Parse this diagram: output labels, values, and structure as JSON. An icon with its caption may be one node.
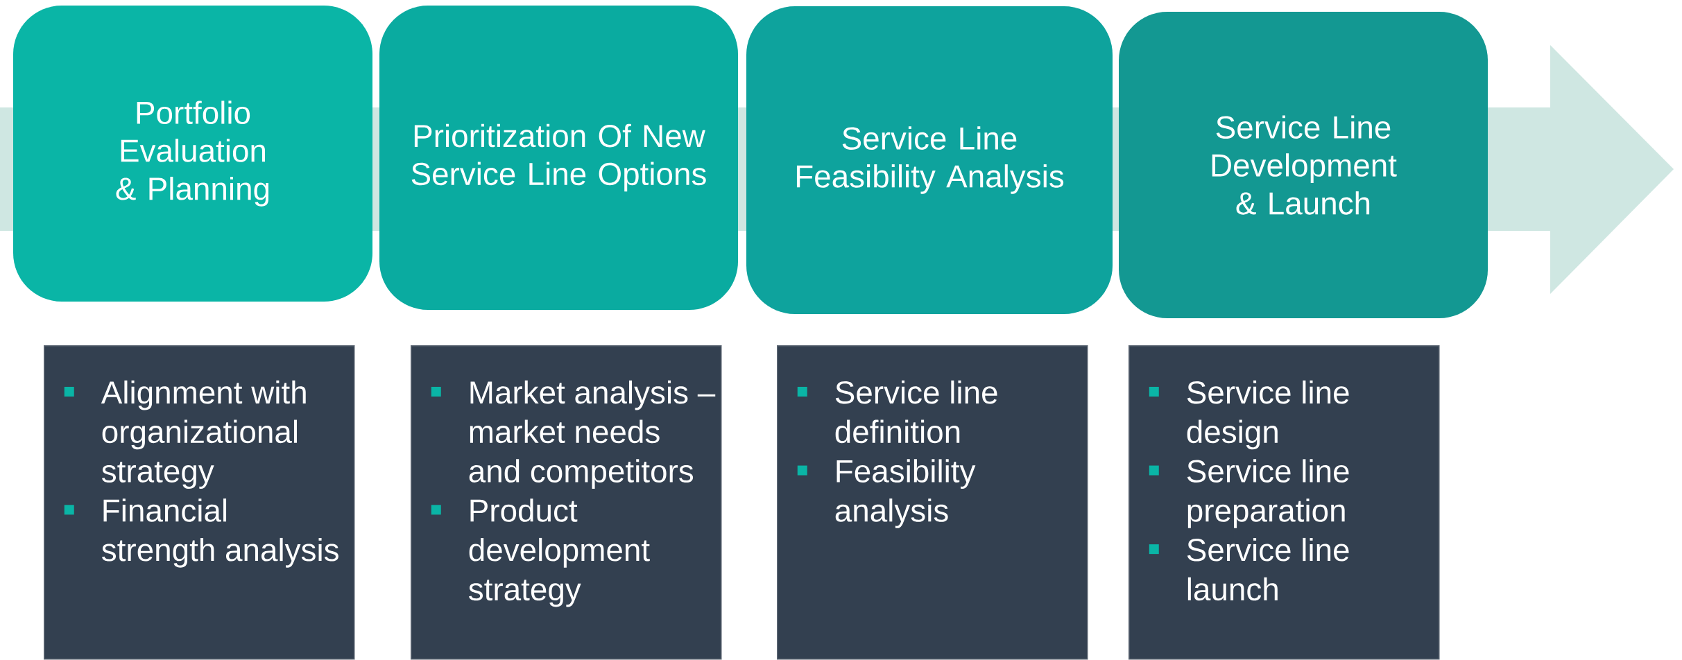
{
  "diagram": {
    "nodes": [
      {
        "text": [
          "Portfolio Evaluation & Planning"
        ]
      },
      {
        "text": [
          "Prioritization Of New Service Line Options"
        ]
      },
      {
        "text": [
          "Service Line Feasibility Analysis"
        ]
      },
      {
        "text": [
          "Service Line Development & Launch"
        ]
      },
      {
        "text": [
          "Alignment with organizational strategy",
          "Financial strength analysis"
        ]
      },
      {
        "text": [
          "Market analysis – market needs and competitors",
          "Product development strategy"
        ]
      },
      {
        "text": [
          "Service line definition",
          "Feasibility analysis"
        ]
      },
      {
        "text": [
          "Service line design",
          "Service line preparation",
          "Service line launch"
        ]
      }
    ]
  }
}
